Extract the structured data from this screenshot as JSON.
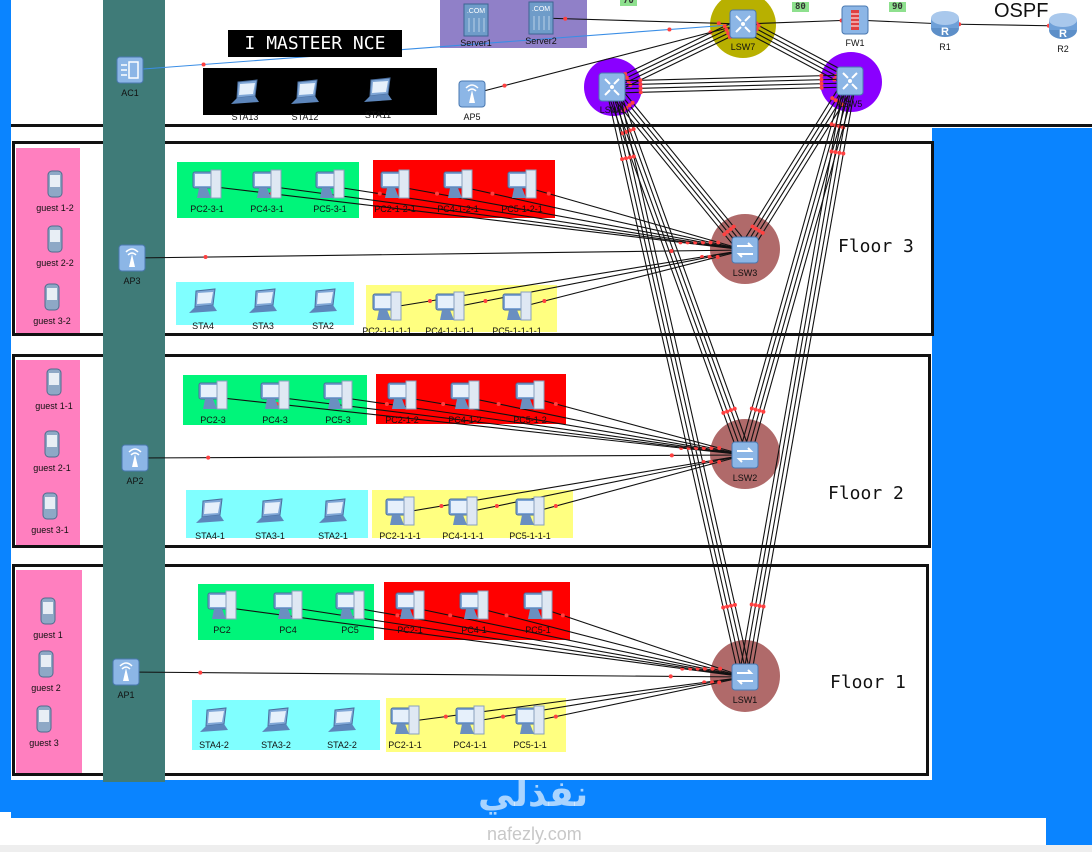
{
  "title_banner": "I MASTEER NCE",
  "ospf_label": "OSPF",
  "link_tags": [
    "70",
    "80",
    "90"
  ],
  "floors": [
    {
      "label": "Floor 3"
    },
    {
      "label": "Floor 2"
    },
    {
      "label": "Floor 1"
    }
  ],
  "watermark": {
    "arabic": "نفذلي",
    "latin": "nafezly.com"
  },
  "nodes": {
    "AC1": {
      "label": "AC1",
      "type": "ac"
    },
    "AP1": {
      "label": "AP1",
      "type": "ap"
    },
    "AP2": {
      "label": "AP2",
      "type": "ap"
    },
    "AP3": {
      "label": "AP3",
      "type": "ap"
    },
    "AP5": {
      "label": "AP5",
      "type": "ap"
    },
    "Server1": {
      "label": "Server1",
      "type": "server"
    },
    "Server2": {
      "label": "Server2",
      "type": "server"
    },
    "LSW7": {
      "label": "LSW7",
      "type": "core"
    },
    "LSW6": {
      "label": "LSW6",
      "type": "core"
    },
    "LSW5": {
      "label": "LSW5",
      "type": "core"
    },
    "FW1": {
      "label": "FW1",
      "type": "fw"
    },
    "R1": {
      "label": "R1",
      "type": "router"
    },
    "R2": {
      "label": "R2",
      "type": "router"
    },
    "LSW3": {
      "label": "LSW3",
      "type": "switch"
    },
    "LSW2": {
      "label": "LSW2",
      "type": "switch"
    },
    "LSW1": {
      "label": "LSW1",
      "type": "switch"
    },
    "STA13": {
      "label": "STA13",
      "type": "laptop"
    },
    "STA12": {
      "label": "STA12",
      "type": "laptop"
    },
    "STA11": {
      "label": "STA11",
      "type": "laptop"
    },
    "PC2-3-1": {
      "label": "PC2-3-1",
      "type": "pc"
    },
    "PC4-3-1": {
      "label": "PC4-3-1",
      "type": "pc"
    },
    "PC5-3-1": {
      "label": "PC5-3-1",
      "type": "pc"
    },
    "PC2-1-2-1": {
      "label": "PC2-1-2-1",
      "type": "pc"
    },
    "PC4-1-2-1": {
      "label": "PC4-1-2-1",
      "type": "pc"
    },
    "PC5-1-2-1": {
      "label": "PC5-1-2-1",
      "type": "pc"
    },
    "STA4": {
      "label": "STA4",
      "type": "laptop"
    },
    "STA3": {
      "label": "STA3",
      "type": "laptop"
    },
    "STA2": {
      "label": "STA2",
      "type": "laptop"
    },
    "PC2-1-1-1-1": {
      "label": "PC2-1-1-1-1",
      "type": "pc"
    },
    "PC4-1-1-1-1": {
      "label": "PC4-1-1-1-1",
      "type": "pc"
    },
    "PC5-1-1-1-1": {
      "label": "PC5-1-1-1-1",
      "type": "pc"
    },
    "PC2-3": {
      "label": "PC2-3",
      "type": "pc"
    },
    "PC4-3": {
      "label": "PC4-3",
      "type": "pc"
    },
    "PC5-3": {
      "label": "PC5-3",
      "type": "pc"
    },
    "PC2-1-2": {
      "label": "PC2-1-2",
      "type": "pc"
    },
    "PC4-1-2": {
      "label": "PC4-1-2",
      "type": "pc"
    },
    "PC5-1-2": {
      "label": "PC5-1-2",
      "type": "pc"
    },
    "STA4-1": {
      "label": "STA4-1",
      "type": "laptop"
    },
    "STA3-1": {
      "label": "STA3-1",
      "type": "laptop"
    },
    "STA2-1": {
      "label": "STA2-1",
      "type": "laptop"
    },
    "PC2-1-1-1": {
      "label": "PC2-1-1-1",
      "type": "pc"
    },
    "PC4-1-1-1": {
      "label": "PC4-1-1-1",
      "type": "pc"
    },
    "PC5-1-1-1": {
      "label": "PC5-1-1-1",
      "type": "pc"
    },
    "PC2": {
      "label": "PC2",
      "type": "pc"
    },
    "PC4": {
      "label": "PC4",
      "type": "pc"
    },
    "PC5": {
      "label": "PC5",
      "type": "pc"
    },
    "PC2-1": {
      "label": "PC2-1",
      "type": "pc"
    },
    "PC4-1": {
      "label": "PC4-1",
      "type": "pc"
    },
    "PC5-1": {
      "label": "PC5-1",
      "type": "pc"
    },
    "STA4-2": {
      "label": "STA4-2",
      "type": "laptop"
    },
    "STA3-2": {
      "label": "STA3-2",
      "type": "laptop"
    },
    "STA2-2": {
      "label": "STA2-2",
      "type": "laptop"
    },
    "PC2-1-1": {
      "label": "PC2-1-1",
      "type": "pc"
    },
    "PC4-1-1": {
      "label": "PC4-1-1",
      "type": "pc"
    },
    "PC5-1-1": {
      "label": "PC5-1-1",
      "type": "pc"
    },
    "guest1-2": {
      "label": "guest 1-2",
      "type": "phone"
    },
    "guest2-2": {
      "label": "guest 2-2",
      "type": "phone"
    },
    "guest3-2": {
      "label": "guest 3-2",
      "type": "phone"
    },
    "guest1-1": {
      "label": "guest 1-1",
      "type": "phone"
    },
    "guest2-1": {
      "label": "guest 2-1",
      "type": "phone"
    },
    "guest3-1": {
      "label": "guest 3-1",
      "type": "phone"
    },
    "guest1": {
      "label": "guest 1",
      "type": "phone"
    },
    "guest2": {
      "label": "guest 2",
      "type": "phone"
    },
    "guest3": {
      "label": "guest 3",
      "type": "phone"
    }
  },
  "links": [
    [
      "AC1",
      "LSW7",
      1,
      "blue"
    ],
    [
      "Server2",
      "LSW7",
      1
    ],
    [
      "AP5",
      "LSW7",
      1
    ],
    [
      "LSW7",
      "FW1",
      1
    ],
    [
      "FW1",
      "R1",
      1
    ],
    [
      "R1",
      "R2",
      1
    ],
    [
      "LSW7",
      "LSW6",
      4
    ],
    [
      "LSW7",
      "LSW5",
      4
    ],
    [
      "LSW6",
      "LSW5",
      4
    ],
    [
      "LSW3",
      "LSW6",
      4
    ],
    [
      "LSW3",
      "LSW5",
      4
    ],
    [
      "LSW2",
      "LSW6",
      4
    ],
    [
      "LSW2",
      "LSW5",
      4
    ],
    [
      "LSW1",
      "LSW6",
      4
    ],
    [
      "LSW1",
      "LSW5",
      4
    ],
    [
      "AP3",
      "LSW3",
      1
    ],
    [
      "AP2",
      "LSW2",
      1
    ],
    [
      "AP1",
      "LSW1",
      1
    ],
    [
      "PC2-3-1",
      "LSW3",
      1
    ],
    [
      "PC4-3-1",
      "LSW3",
      1
    ],
    [
      "PC5-3-1",
      "LSW3",
      1
    ],
    [
      "PC2-1-2-1",
      "LSW3",
      1
    ],
    [
      "PC4-1-2-1",
      "LSW3",
      1
    ],
    [
      "PC5-1-2-1",
      "LSW3",
      1
    ],
    [
      "PC2-1-1-1-1",
      "LSW3",
      1
    ],
    [
      "PC4-1-1-1-1",
      "LSW3",
      1
    ],
    [
      "PC5-1-1-1-1",
      "LSW3",
      1
    ],
    [
      "PC2-3",
      "LSW2",
      1
    ],
    [
      "PC4-3",
      "LSW2",
      1
    ],
    [
      "PC5-3",
      "LSW2",
      1
    ],
    [
      "PC2-1-2",
      "LSW2",
      1
    ],
    [
      "PC4-1-2",
      "LSW2",
      1
    ],
    [
      "PC5-1-2",
      "LSW2",
      1
    ],
    [
      "PC2-1-1-1",
      "LSW2",
      1
    ],
    [
      "PC4-1-1-1",
      "LSW2",
      1
    ],
    [
      "PC5-1-1-1",
      "LSW2",
      1
    ],
    [
      "PC2",
      "LSW1",
      1
    ],
    [
      "PC4",
      "LSW1",
      1
    ],
    [
      "PC5",
      "LSW1",
      1
    ],
    [
      "PC2-1",
      "LSW1",
      1
    ],
    [
      "PC4-1",
      "LSW1",
      1
    ],
    [
      "PC5-1",
      "LSW1",
      1
    ],
    [
      "PC2-1-1",
      "LSW1",
      1
    ],
    [
      "PC4-1-1",
      "LSW1",
      1
    ],
    [
      "PC5-1-1",
      "LSW1",
      1
    ]
  ],
  "colors": {
    "blue_bg": "#0a84ff",
    "teal": "#3f7b78",
    "guest": "#ff7fbf",
    "green": "#00f57a",
    "red": "#ff0000",
    "cyan": "#80ffff",
    "yellow": "#ffff80",
    "core_yellow": "#b8b000",
    "core_purple": "#8a00ff",
    "access_brown": "#b06a6a"
  }
}
